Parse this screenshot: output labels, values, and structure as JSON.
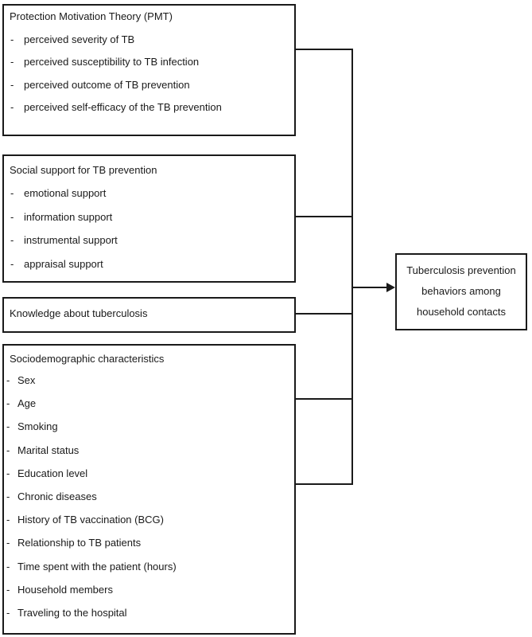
{
  "ui": {
    "bullet": "-"
  },
  "colors": {
    "line": "#1a1a1a",
    "background": "#ffffff",
    "text": "#1a1a1a"
  },
  "boxes": [
    {
      "title": "Protection Motivation Theory (PMT)",
      "items": [
        "perceived severity of TB",
        "perceived susceptibility to TB infection",
        "perceived outcome of TB prevention",
        "perceived self-efficacy of the TB prevention"
      ]
    },
    {
      "title": "Social support for TB prevention",
      "items": [
        "emotional support",
        "information support",
        "instrumental support",
        "appraisal support"
      ]
    },
    {
      "title": "Knowledge about tuberculosis",
      "items": []
    },
    {
      "title": "Sociodemographic characteristics",
      "items": [
        "Sex",
        "Age",
        "Smoking",
        "Marital status",
        "Education level",
        "Chronic diseases",
        "History of TB vaccination (BCG)",
        "Relationship to TB patients",
        "Time spent with the patient (hours)",
        "Household members",
        "Traveling to the hospital"
      ]
    }
  ],
  "outcome": {
    "lines": [
      "Tuberculosis prevention",
      "behaviors among",
      "household contacts"
    ]
  }
}
